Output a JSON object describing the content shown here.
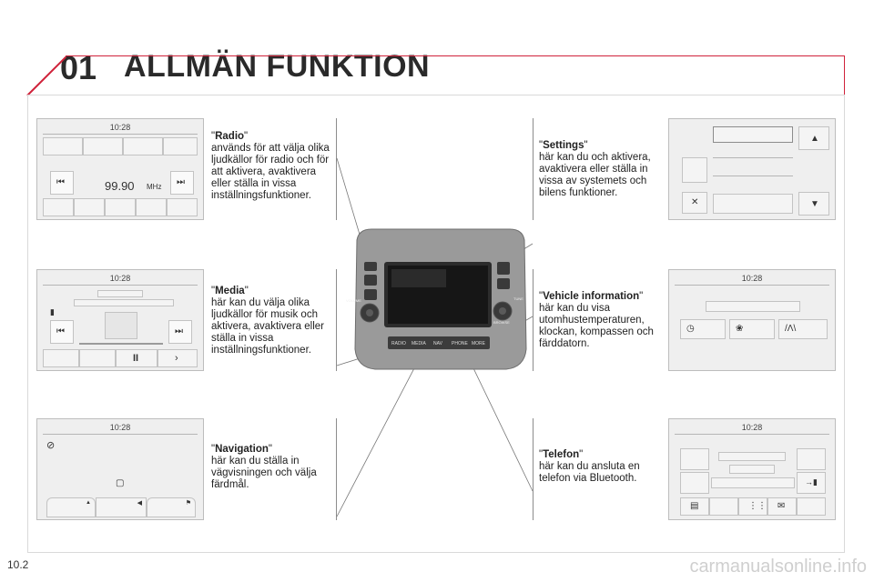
{
  "header": {
    "chapter": "01",
    "title": "ALLMÄN FUNKTION"
  },
  "footer": {
    "page": "10.2",
    "watermark": "carmanualsonline.info"
  },
  "screens": {
    "radio": {
      "clock": "10:28",
      "frequency": "99.90",
      "unit": "MHz"
    },
    "media": {
      "clock": "10:28"
    },
    "navigation": {
      "clock": "10:28"
    },
    "vehicle": {
      "clock": "10:28"
    },
    "telefon": {
      "clock": "10:28"
    }
  },
  "sections": {
    "radio": {
      "name": "Radio",
      "text": "används för att välja olika ljudkällor för radio och för att aktivera, avaktivera eller ställa in vissa inställningsfunktioner."
    },
    "media": {
      "name": "Media",
      "text": "här kan du välja olika ljudkällor för musik och aktivera, avaktivera eller ställa in vissa inställningsfunktioner."
    },
    "navigation": {
      "name": "Navigation",
      "text": "här kan du ställa in vägvisningen och välja färdmål."
    },
    "settings": {
      "name": "Settings",
      "text": "här kan du och aktivera, avaktivera eller ställa in vissa av systemets och bilens funktioner."
    },
    "vehicle": {
      "name": "Vehicle information",
      "text": "här kan du visa utomhustemperaturen, klockan, kompassen och färddatorn."
    },
    "telefon": {
      "name": "Telefon",
      "text": "här kan du ansluta en telefon via Bluetooth."
    }
  },
  "unit": {
    "buttons": [
      "RADIO",
      "MEDIA",
      "NAV",
      "PHONE",
      "MORE"
    ],
    "volume_label": "VOLUME",
    "tune_label": "TUNE",
    "browse_label": "BROWSE"
  },
  "colors": {
    "accent": "#d0223a"
  }
}
